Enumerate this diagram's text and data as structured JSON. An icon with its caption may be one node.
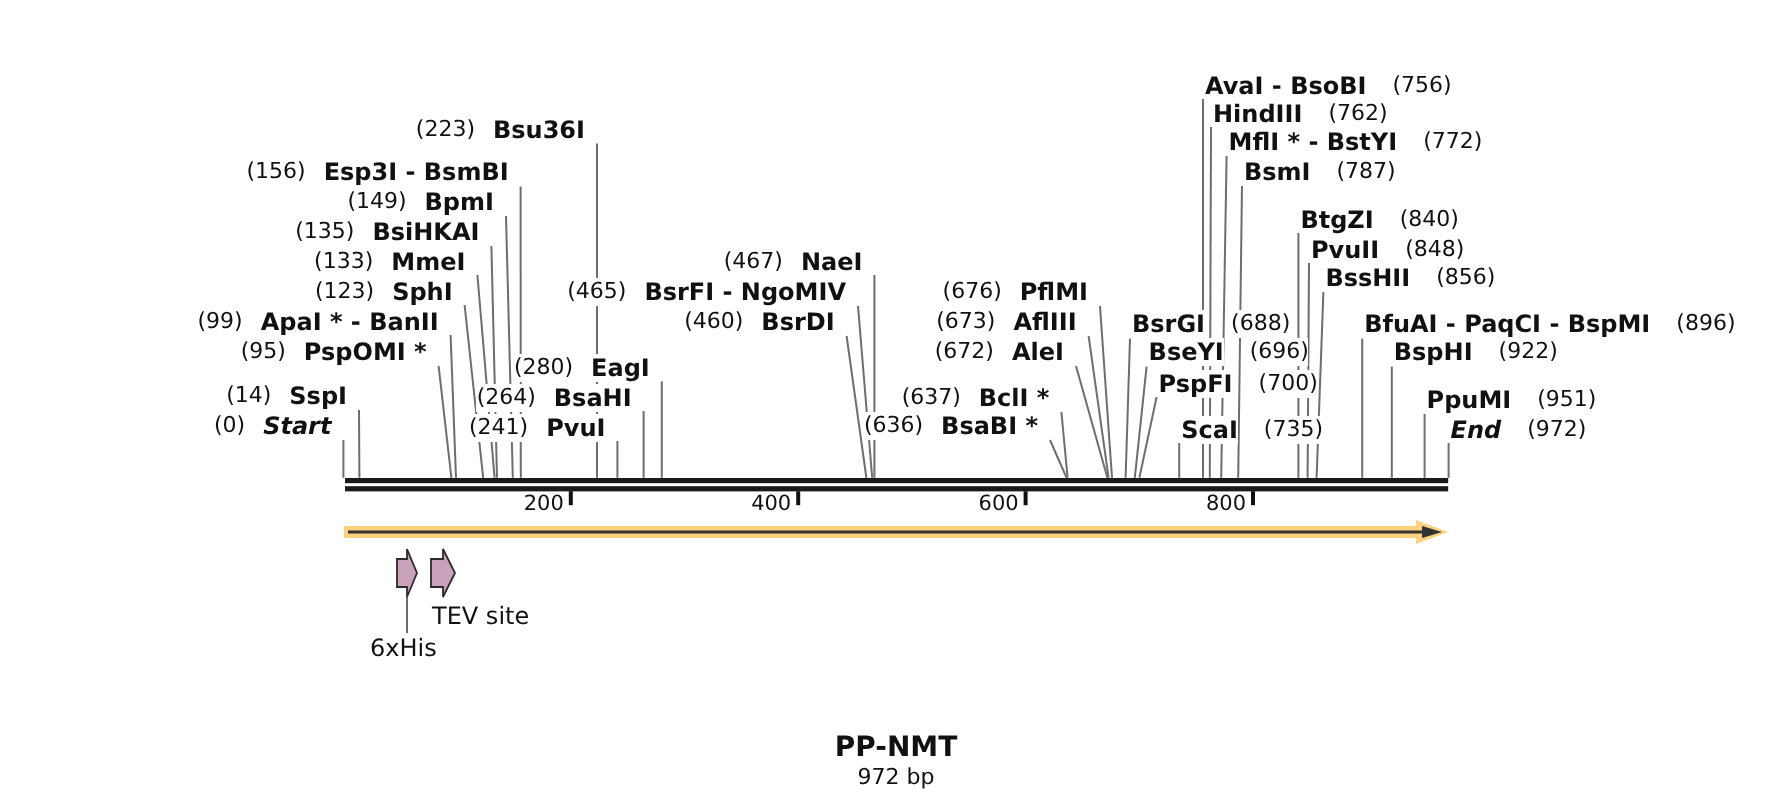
{
  "diagram": {
    "title": "PP-NMT",
    "caption": "972 bp",
    "nodes": [
      {
        "text": [],
        "shape": "bar"
      },
      {
        "text": [
          "(0)",
          "Start"
        ]
      },
      {
        "text": [
          "(14)",
          "SspI"
        ]
      },
      {
        "text": [
          "(95)",
          "PspOMI *"
        ]
      },
      {
        "text": [
          "(99)",
          "ApaI * - BanII"
        ]
      },
      {
        "text": [
          "(123)",
          "SphI"
        ]
      },
      {
        "text": [
          "(133)",
          "MmeI"
        ]
      },
      {
        "text": [
          "(135)",
          "BsiHKAI"
        ]
      },
      {
        "text": [
          "(149)",
          "BpmI"
        ]
      },
      {
        "text": [
          "(156)",
          "Esp3I - BsmBI"
        ]
      },
      {
        "text": [
          "(223)",
          "Bsu36I"
        ]
      },
      {
        "text": [
          "(241)",
          "PvuI"
        ]
      },
      {
        "text": [
          "(264)",
          "BsaHI"
        ]
      },
      {
        "text": [
          "(280)",
          "EagI"
        ]
      },
      {
        "text": [
          "(460)",
          "BsrDI"
        ]
      },
      {
        "text": [
          "(465)",
          "BsrFI - NgoMIV"
        ]
      },
      {
        "text": [
          "(467)",
          "NaeI"
        ]
      },
      {
        "text": [
          "(636)",
          "BsaBI *"
        ]
      },
      {
        "text": [
          "(637)",
          "BclI *"
        ]
      },
      {
        "text": [
          "(672)",
          "AleI"
        ]
      },
      {
        "text": [
          "(673)",
          "AflIII"
        ]
      },
      {
        "text": [
          "(676)",
          "PflMI"
        ]
      },
      {
        "text": [
          "BsrGI",
          "(688)"
        ]
      },
      {
        "text": [
          "BseYI",
          "(696)"
        ]
      },
      {
        "text": [
          "PspFI",
          "(700)"
        ]
      },
      {
        "text": [
          "ScaI",
          "(735)"
        ]
      },
      {
        "text": [
          "AvaI - BsoBI",
          "(756)"
        ]
      },
      {
        "text": [
          "HindIII",
          "(762)"
        ]
      },
      {
        "text": [
          "MflI * - BstYI",
          "(772)"
        ]
      },
      {
        "text": [
          "BsmI",
          "(787)"
        ]
      },
      {
        "text": [
          "BtgZI",
          "(840)"
        ]
      },
      {
        "text": [
          "PvuII",
          "(848)"
        ]
      },
      {
        "text": [
          "BssHII",
          "(856)"
        ]
      },
      {
        "text": [
          "BfuAI - PaqCI - BspMI",
          "(896)"
        ]
      },
      {
        "text": [
          "BspHI",
          "(922)"
        ]
      },
      {
        "text": [
          "PpuMI",
          "(951)"
        ]
      },
      {
        "text": [
          "End",
          "(972)"
        ]
      },
      {
        "text": [],
        "shape": "arrow"
      },
      {
        "text": [],
        "shape": "pentagon"
      },
      {
        "text": [
          "6xHis"
        ]
      },
      {
        "text": [],
        "shape": "pentagon",
        "beside": [
          "TEV site"
        ]
      }
    ],
    "edges": [
      {
        "from": 1,
        "to": 0,
        "arrow": "none"
      },
      {
        "from": 2,
        "to": 0,
        "arrow": "none"
      },
      {
        "from": 3,
        "to": 0,
        "arrow": "none"
      },
      {
        "from": 4,
        "to": 0,
        "arrow": "none"
      },
      {
        "from": 5,
        "to": 0,
        "arrow": "none"
      },
      {
        "from": 6,
        "to": 0,
        "arrow": "none"
      },
      {
        "from": 7,
        "to": 0,
        "arrow": "none"
      },
      {
        "from": 8,
        "to": 0,
        "arrow": "none"
      },
      {
        "from": 9,
        "to": 0,
        "arrow": "none"
      },
      {
        "from": 10,
        "to": 0,
        "arrow": "none"
      },
      {
        "from": 11,
        "to": 0,
        "arrow": "none"
      },
      {
        "from": 12,
        "to": 0,
        "arrow": "none"
      },
      {
        "from": 13,
        "to": 0,
        "arrow": "none"
      },
      {
        "from": 14,
        "to": 0,
        "arrow": "none"
      },
      {
        "from": 15,
        "to": 0,
        "arrow": "none"
      },
      {
        "from": 16,
        "to": 0,
        "arrow": "none"
      },
      {
        "from": 17,
        "to": 0,
        "arrow": "none"
      },
      {
        "from": 18,
        "to": 0,
        "arrow": "none"
      },
      {
        "from": 19,
        "to": 0,
        "arrow": "none"
      },
      {
        "from": 20,
        "to": 0,
        "arrow": "none"
      },
      {
        "from": 21,
        "to": 0,
        "arrow": "none"
      },
      {
        "from": 22,
        "to": 0,
        "arrow": "none"
      },
      {
        "from": 23,
        "to": 0,
        "arrow": "none"
      },
      {
        "from": 24,
        "to": 0,
        "arrow": "none"
      },
      {
        "from": 25,
        "to": 0,
        "arrow": "none"
      },
      {
        "from": 26,
        "to": 0,
        "arrow": "none"
      },
      {
        "from": 27,
        "to": 0,
        "arrow": "none"
      },
      {
        "from": 28,
        "to": 0,
        "arrow": "none"
      },
      {
        "from": 29,
        "to": 0,
        "arrow": "none"
      },
      {
        "from": 30,
        "to": 0,
        "arrow": "none"
      },
      {
        "from": 31,
        "to": 0,
        "arrow": "none"
      },
      {
        "from": 32,
        "to": 0,
        "arrow": "none"
      },
      {
        "from": 33,
        "to": 0,
        "arrow": "none"
      },
      {
        "from": 34,
        "to": 0,
        "arrow": "none"
      },
      {
        "from": 35,
        "to": 0,
        "arrow": "none"
      },
      {
        "from": 36,
        "to": 0,
        "arrow": "none"
      },
      {
        "from": 39,
        "to": 38,
        "arrow": "none"
      }
    ],
    "labels": [
      "200",
      "400",
      "600",
      "800"
    ]
  }
}
